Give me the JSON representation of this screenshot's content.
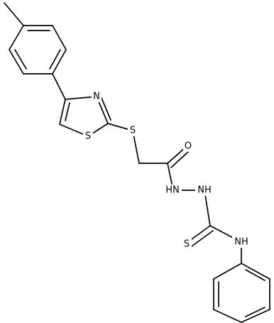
{
  "molecule": {
    "atoms": {
      "O": "O",
      "N_thiazole": "N",
      "S_thiazole": "S",
      "S_thioether": "S",
      "NH_hydrazide": "HN",
      "NH_hydrazine": "NH",
      "S_thione": "S",
      "NH_anilide": "NH"
    }
  }
}
